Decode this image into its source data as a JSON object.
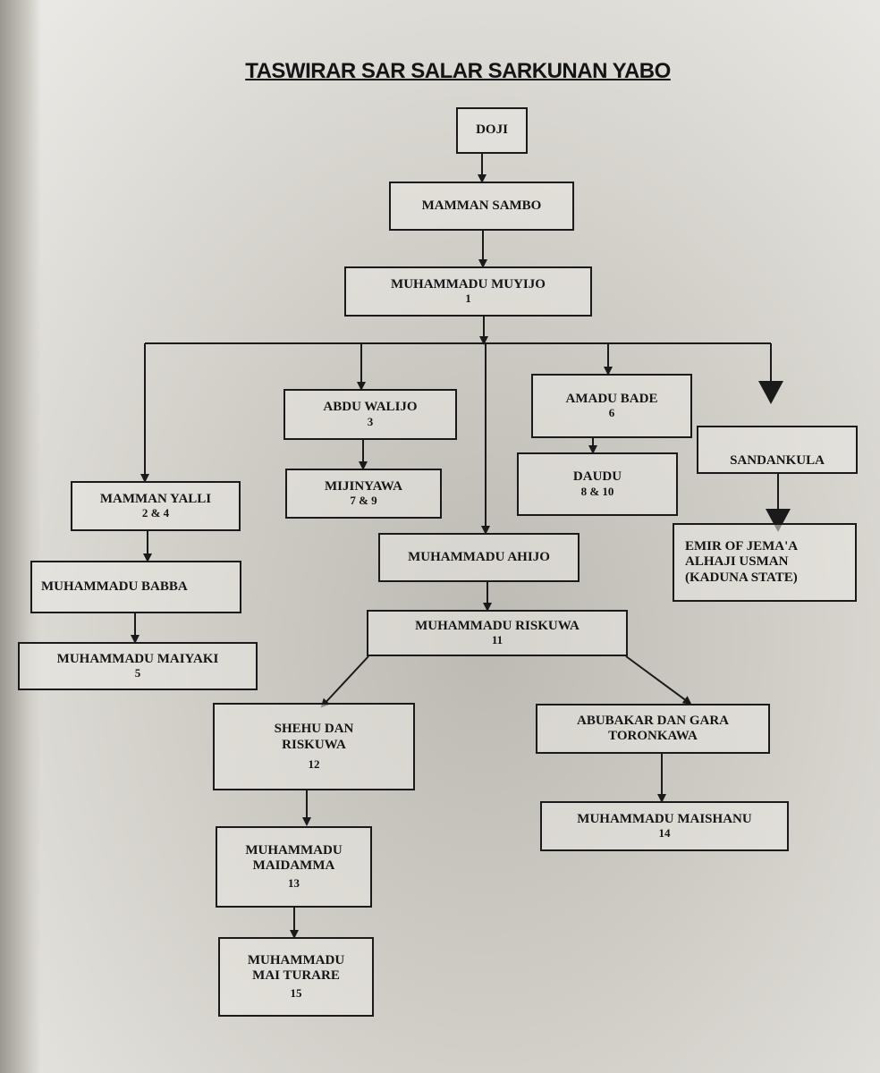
{
  "title": "TASWIRAR SAR SALAR SARKUNAN YABO",
  "nodes": {
    "doji": {
      "name": "DOJI",
      "num": ""
    },
    "mamman_sambo": {
      "name": "MAMMAN SAMBO",
      "num": ""
    },
    "muhammadu_muyijo": {
      "name": "MUHAMMADU MUYIJO",
      "num": "1"
    },
    "abdu_walijo": {
      "name": "ABDU WALIJO",
      "num": "3"
    },
    "amadu_bade": {
      "name": "AMADU BADE",
      "num": "6"
    },
    "sandankula": {
      "name": "SANDANKULA",
      "num": ""
    },
    "mamman_yalli": {
      "name": "MAMMAN YALLI",
      "num": "2 & 4"
    },
    "mijinyawa": {
      "name": "MIJINYAWA",
      "num": "7 & 9"
    },
    "daudu": {
      "name": "DAUDU",
      "num": "8 & 10"
    },
    "emir_jemaa": {
      "line1": "EMIR OF JEMA'A",
      "line2": "ALHAJI USMAN",
      "line3": "(KADUNA STATE)"
    },
    "muhammadu_babba": {
      "name": "MUHAMMADU BABBA",
      "num": ""
    },
    "muhammadu_ahijo": {
      "name": "MUHAMMADU AHIJO",
      "num": ""
    },
    "muhammadu_maiyaki": {
      "name": "MUHAMMADU MAIYAKI",
      "num": "5"
    },
    "muhammadu_riskuwa": {
      "name": "MUHAMMADU RISKUWA",
      "num": "11"
    },
    "shehu_dan_riskuwa": {
      "line1": "SHEHU DAN",
      "line2": "RISKUWA",
      "num": "12"
    },
    "abubakar_dan_gara": {
      "line1": "ABUBAKAR DAN GARA",
      "line2": "TORONKAWA",
      "num": ""
    },
    "muhammadu_maidamma": {
      "line1": "MUHAMMADU",
      "line2": "MAIDAMMA",
      "num": "13"
    },
    "muhammadu_maishanu": {
      "name": "MUHAMMADU MAISHANU",
      "num": "14"
    },
    "muhammadu_mai_turare": {
      "line1": "MUHAMMADU",
      "line2": "MAI TURARE",
      "num": "15"
    }
  }
}
